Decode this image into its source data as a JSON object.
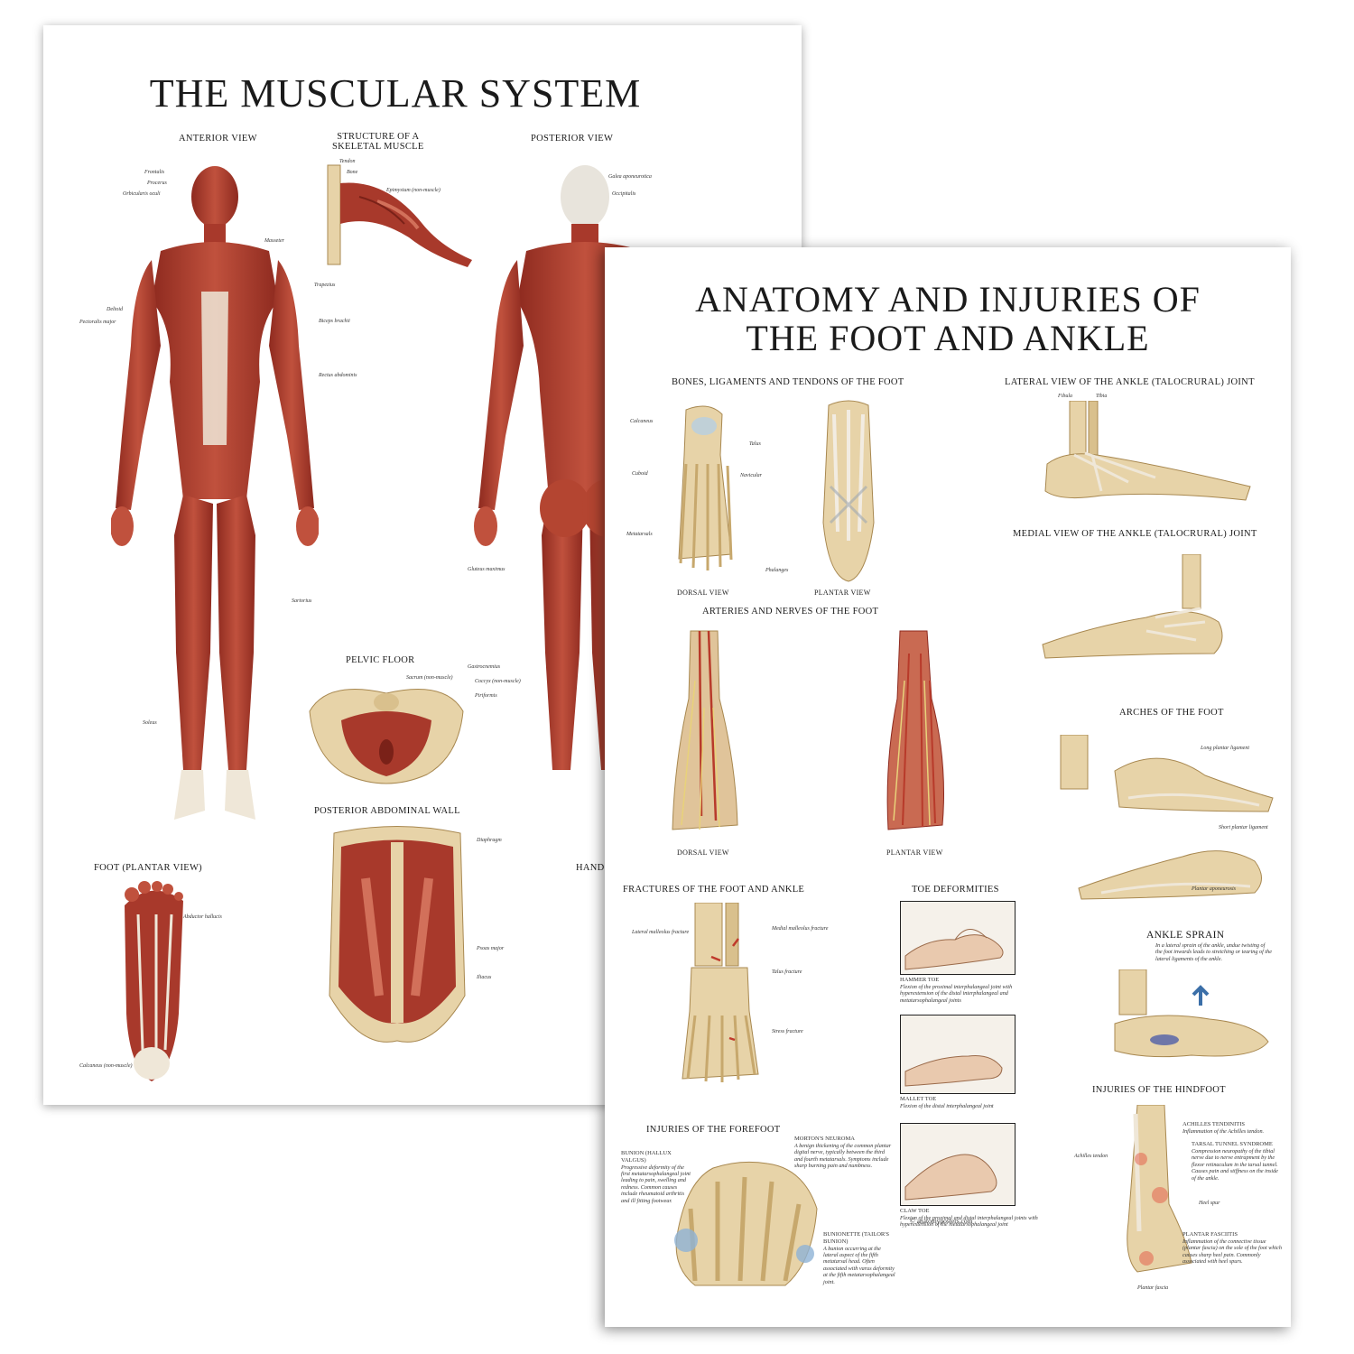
{
  "back_poster": {
    "title": "THE MUSCULAR SYSTEM",
    "sections": {
      "anterior": "ANTERIOR VIEW",
      "structure_1": "STRUCTURE OF A",
      "structure_2": "SKELETAL MUSCLE",
      "posterior": "POSTERIOR VIEW",
      "pelvic": "PELVIC FLOOR",
      "abdominal": "POSTERIOR ABDOMINAL WALL",
      "foot": "FOOT (PLANTAR VIEW)",
      "hand": "HAND"
    },
    "labels": {
      "frontalis": "Frontalis",
      "procerus": "Procerus",
      "orbicularis_oculi": "Orbicularis oculi",
      "masseter": "Masseter",
      "trapezius": "Trapezius",
      "deltoid": "Deltoid",
      "pectoralis_major": "Pectoralis major",
      "biceps": "Biceps brachii",
      "rectus_abdominis": "Rectus abdominis",
      "sartorius": "Sartorius",
      "soleus": "Soleus",
      "tendon": "Tendon",
      "bone": "Bone",
      "epimysium": "Epimysium (non-muscle)",
      "galea": "Galea aponeurotica",
      "occipitalis": "Occipitalis",
      "gluteus": "Gluteus maximus",
      "gastrocnemius": "Gastrocnemius",
      "sacrum": "Sacrum (non-muscle)",
      "coccyx": "Coccyx (non-muscle)",
      "piriformis": "Piriformis",
      "diaphragm": "Diaphragm",
      "psoas": "Psoas major",
      "iliacus": "Iliacus",
      "abductor_hallucis": "Abductor hallucis",
      "calcaneus": "Calcaneus (non-muscle)"
    }
  },
  "front_poster": {
    "title_line1": "ANATOMY AND INJURIES OF",
    "title_line2": "THE FOOT AND ANKLE",
    "sections": {
      "bones": "BONES, LIGAMENTS AND TENDONS OF THE FOOT",
      "lateral": "LATERAL VIEW OF THE ANKLE (TALOCRURAL) JOINT",
      "medial": "MEDIAL VIEW OF THE ANKLE (TALOCRURAL) JOINT",
      "arteries": "ARTERIES AND NERVES OF THE FOOT",
      "arches": "ARCHES OF THE FOOT",
      "fractures": "FRACTURES OF THE FOOT AND ANKLE",
      "toe": "TOE DEFORMITIES",
      "sprain": "ANKLE SPRAIN",
      "hindfoot": "INJURIES OF THE HINDFOOT",
      "forefoot": "INJURIES OF THE FOREFOOT"
    },
    "captions": {
      "dorsal_1": "DORSAL VIEW",
      "plantar_1": "PLANTAR VIEW",
      "dorsal_2": "DORSAL VIEW",
      "plantar_2": "PLANTAR VIEW"
    },
    "labels": {
      "calcaneus": "Calcaneus",
      "talus": "Talus",
      "navicular": "Navicular",
      "cuboid": "Cuboid",
      "metatarsals": "Metatarsals",
      "phalanges": "Phalanges",
      "tibia": "Tibia",
      "fibula": "Fibula",
      "lateral_malleolus": "Lateral malleolus fracture",
      "medial_malleolus": "Medial malleolus fracture",
      "talus_fracture": "Talus fracture",
      "stress_fracture": "Stress fracture",
      "long_plantar": "Long plantar ligament",
      "short_plantar": "Short plantar ligament",
      "plantar_aponeurosis": "Plantar aponeurosis",
      "achilles_tendon": "Achilles tendon",
      "heel_spur": "Heel spur",
      "plantar_fascia": "Plantar fascia"
    },
    "notes": {
      "hammer_title": "HAMMER TOE",
      "hammer_text": "Flexion of the proximal interphalangeal joint with hyperextension of the distal interphalangeal and metatarsophalangeal joints",
      "mallet_title": "MALLET TOE",
      "mallet_text": "Flexion of the distal interphalangeal joint",
      "claw_title": "CLAW TOE",
      "claw_text": "Flexion of the proximal and distal interphalangeal joints with hyperextension of the metatarsophalangeal joint",
      "bunion_title": "BUNION (HALLUX VALGUS)",
      "bunion_text": "Progressive deformity of the first metatarsophalangeal joint leading to pain, swelling and redness. Common causes include rheumatoid arthritis and ill fitting footwear.",
      "morton_title": "MORTON'S NEUROMA",
      "morton_text": "A benign thickening of the common plantar digital nerve, typically between the third and fourth metatarsals. Symptoms include sharp burning pain and numbness.",
      "bunionette_title": "BUNIONETTE (TAILOR'S BUNION)",
      "bunionette_text": "A bunion occurring at the lateral aspect of the fifth metatarsal head. Often associated with varus deformity at the fifth metatarsophalangeal joint.",
      "sprain_text": "In a lateral sprain of the ankle, undue twisting of the foot inwards leads to stretching or tearing of the lateral ligaments of the ankle.",
      "achilles_title": "ACHILLES TENDINITIS",
      "achilles_text": "Inflammation of the Achilles tendon.",
      "tarsal_title": "TARSAL TUNNEL SYNDROME",
      "tarsal_text": "Compression neuropathy of the tibial nerve due to nerve entrapment by the flexor retinaculum in the tarsal tunnel. Causes pain and stiffness on the inside of the ankle.",
      "fasciitis_title": "PLANTAR FASCIITIS",
      "fasciitis_text": "Inflammation of the connective tissue (plantar fascia) on the sole of the foot which causes sharp heel pain. Commonly associated with heel spurs."
    },
    "copyright": "© anatomyposters.com"
  },
  "colors": {
    "muscle": "#a8392b",
    "muscle_light": "#d2705a",
    "tendon": "#efe7d8",
    "bone": "#e7d3a8",
    "bone_shade": "#c7a86d",
    "ink": "#1a1a1a"
  }
}
